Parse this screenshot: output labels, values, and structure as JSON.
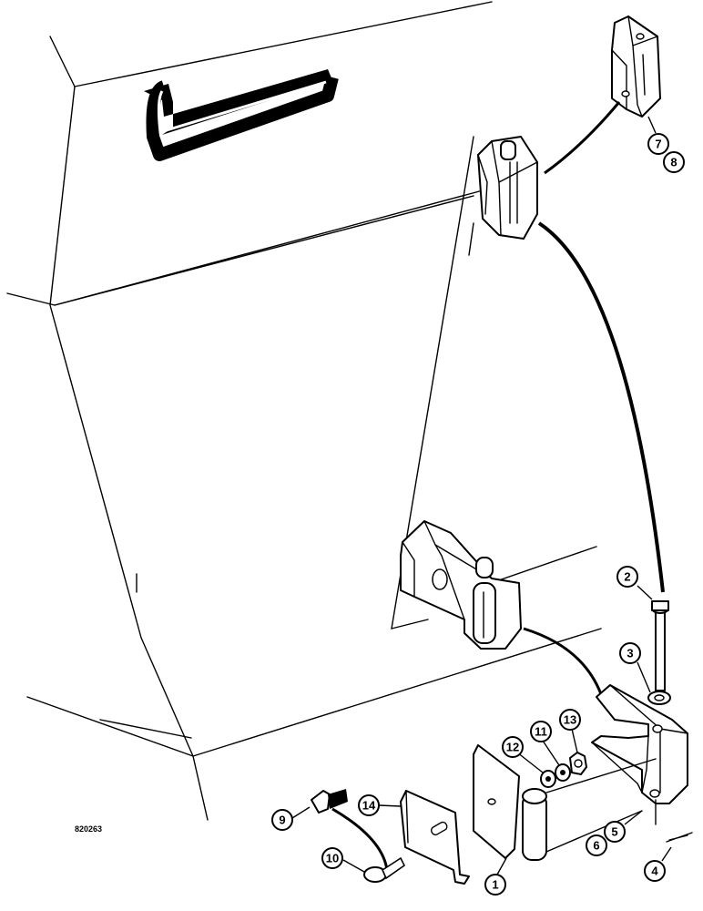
{
  "drawing_code": "820263",
  "callouts": {
    "c1": "1",
    "c2": "2",
    "c3": "3",
    "c4": "4",
    "c5": "5",
    "c6": "6",
    "c7": "7",
    "c8": "8",
    "c9": "9",
    "c10": "10",
    "c11": "11",
    "c12": "12",
    "c13": "13",
    "c14": "14"
  }
}
